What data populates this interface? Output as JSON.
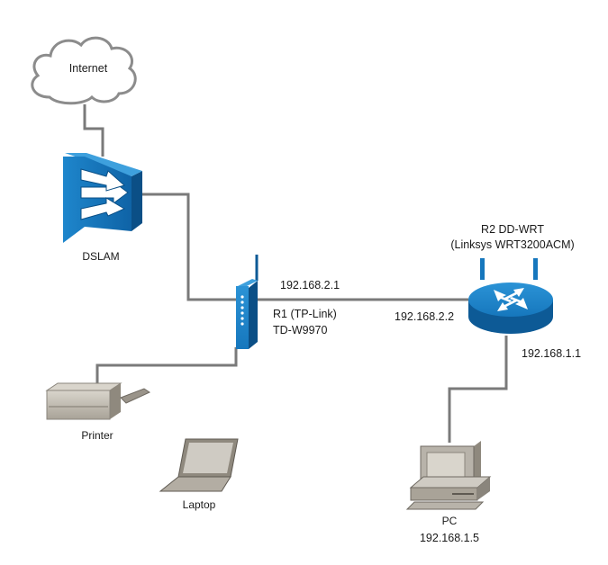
{
  "nodes": {
    "internet": {
      "label": "Internet"
    },
    "dslam": {
      "label": "DSLAM"
    },
    "r1": {
      "name": "R1 (TP-Link)",
      "model": "TD-W9970"
    },
    "r2": {
      "name": "R2 DD-WRT",
      "model": "(Linksys WRT3200ACM)"
    },
    "printer": {
      "label": "Printer"
    },
    "laptop": {
      "label": "Laptop"
    },
    "pc": {
      "label": "PC",
      "ip": "192.168.1.5"
    }
  },
  "links": {
    "r1_lan_ip": "192.168.2.1",
    "r2_wan_ip": "192.168.2.2",
    "r2_lan_ip": "192.168.1.1"
  },
  "colors": {
    "cable": "#7a7a7a",
    "device_blue": "#1a7dc4",
    "device_blue_dark": "#0d5a96",
    "cloud_stroke": "#8c8c8c",
    "equipment_gray": "#b8b3aa"
  }
}
